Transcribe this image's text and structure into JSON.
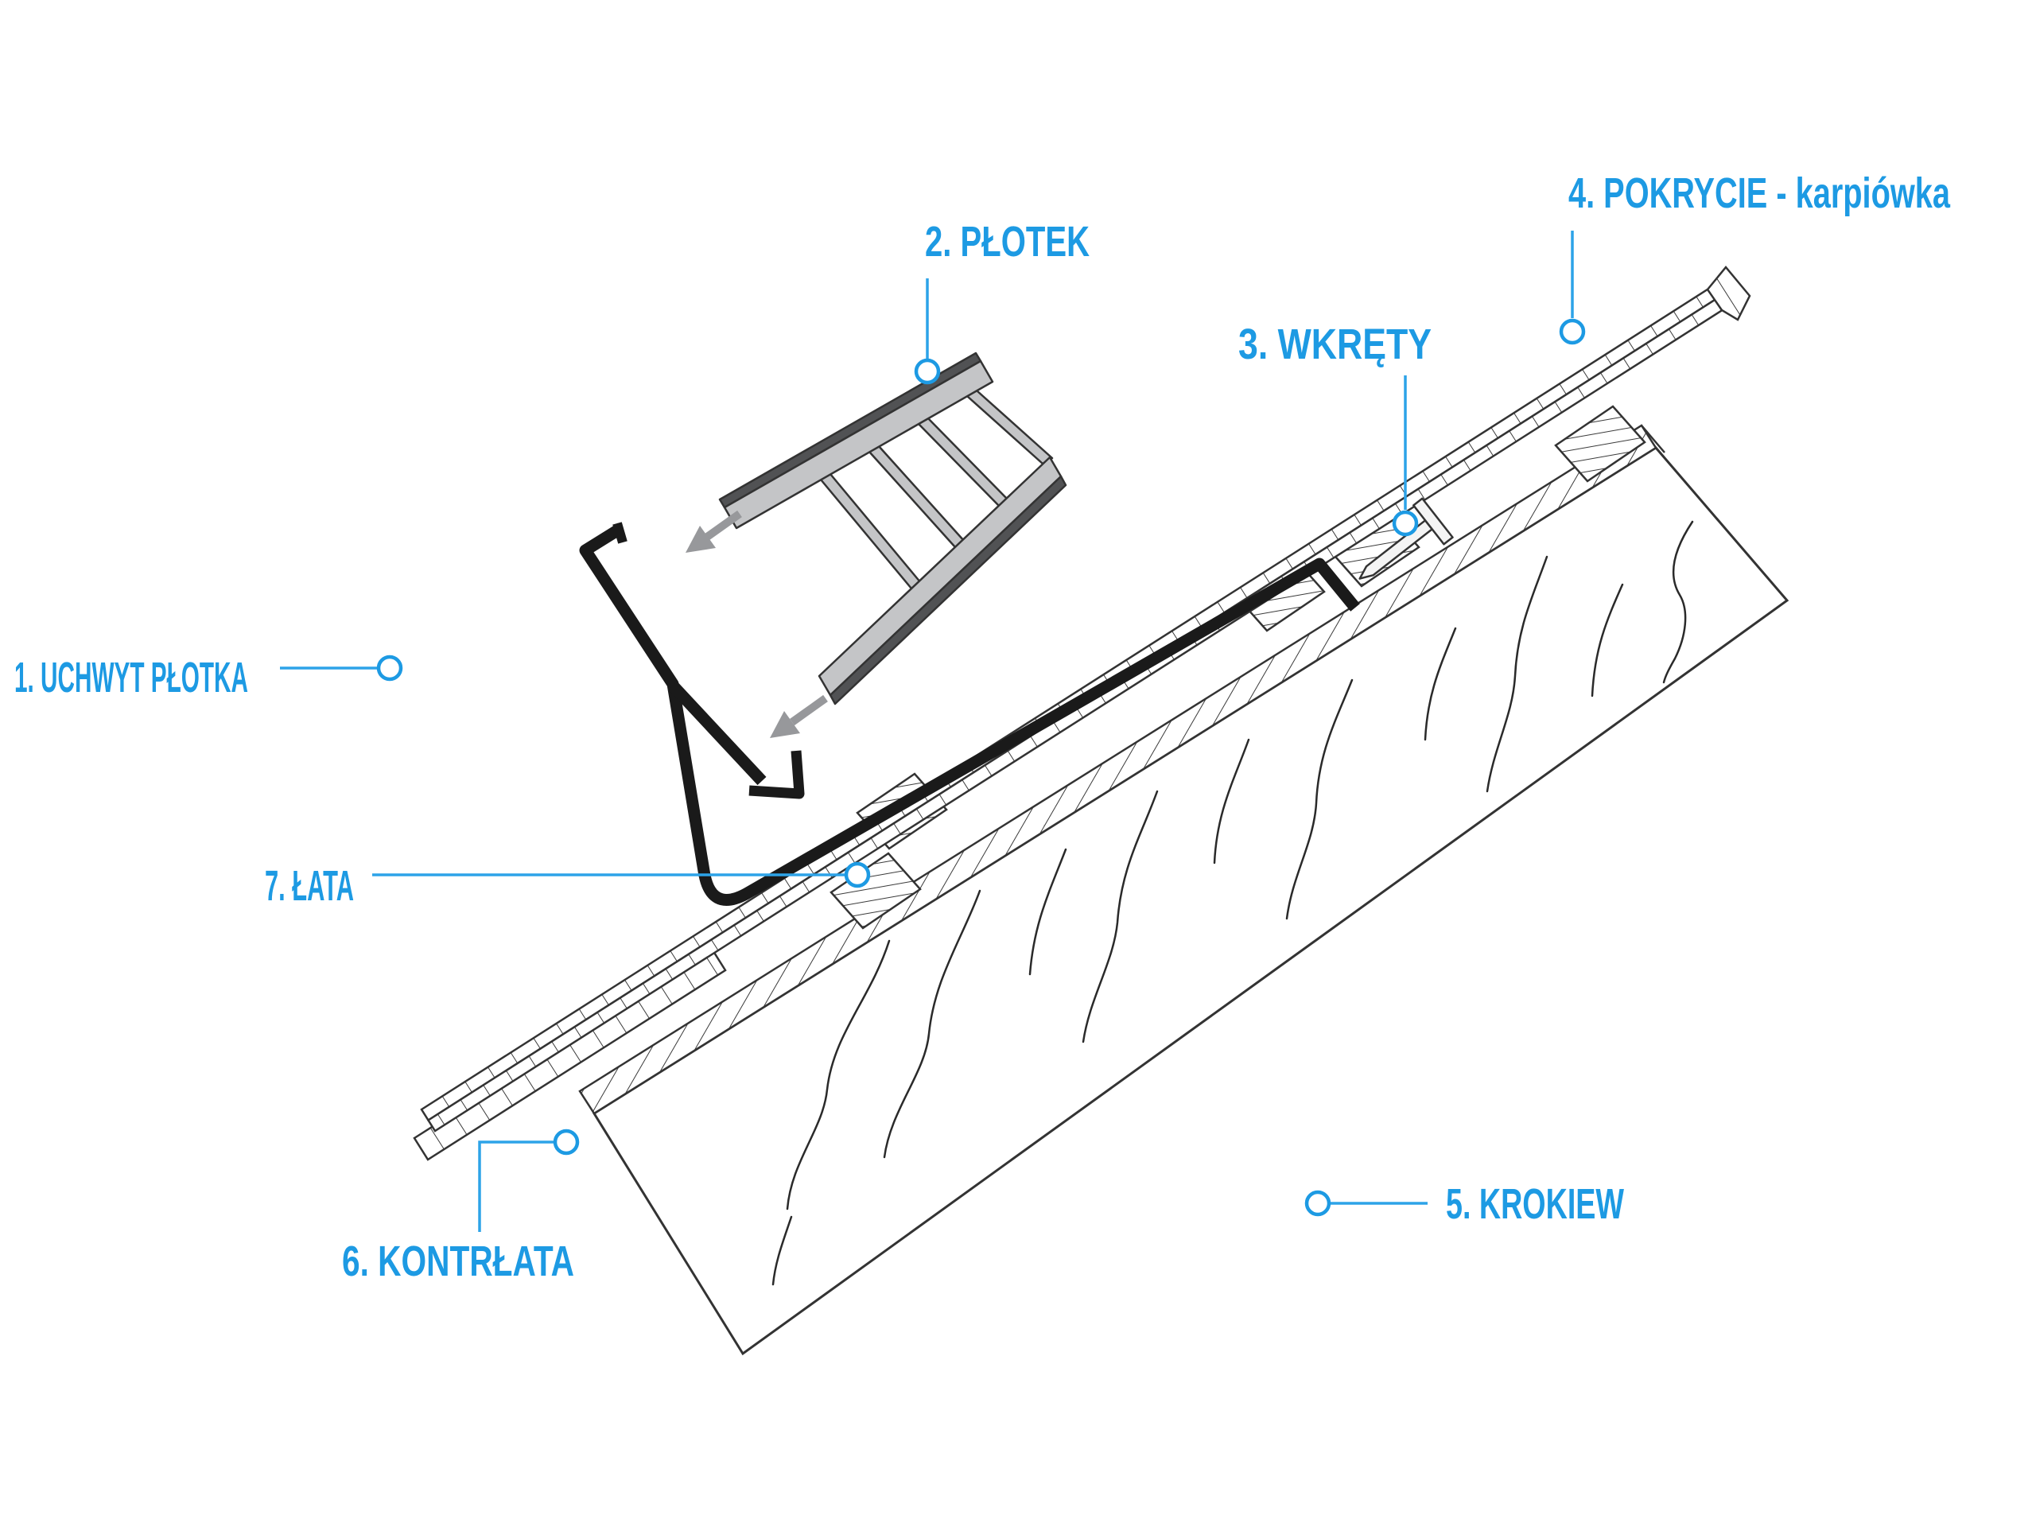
{
  "diagram": {
    "labels": [
      {
        "id": "uchwyt-plotka",
        "number": "1",
        "text": "1. UCHWYT PŁOTKA"
      },
      {
        "id": "plotek",
        "number": "2",
        "text": "2. PŁOTEK"
      },
      {
        "id": "wkrety",
        "number": "3",
        "text": "3. WKRĘTY"
      },
      {
        "id": "pokrycie",
        "number": "4",
        "text": "4. POKRYCIE - karpiówka"
      },
      {
        "id": "krokiew",
        "number": "5",
        "text": "5. KROKIEW"
      },
      {
        "id": "kontrlata",
        "number": "6",
        "text": "6. KONTRŁATA"
      },
      {
        "id": "lata",
        "number": "7",
        "text": "7. ŁATA"
      }
    ],
    "colors": {
      "label_blue": "#1d9ae3",
      "leader_blue": "#2da3e8",
      "line_art": "#333333",
      "holder_black": "#1a1a1a",
      "fence_light": "#c4c5c7",
      "fence_dark": "#515254",
      "arrow_gray": "#97989b",
      "background": "#ffffff"
    }
  }
}
